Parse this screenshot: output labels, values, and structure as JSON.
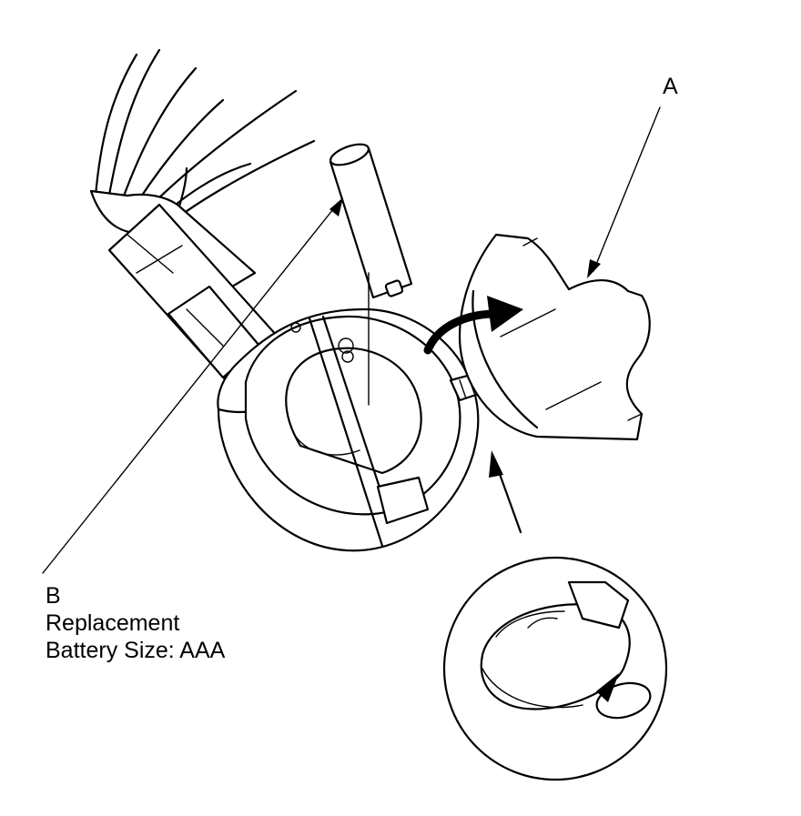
{
  "callouts": {
    "a": {
      "letter": "A"
    },
    "b": {
      "letter": "B",
      "line1": "Replacement",
      "line2": "Battery Size: AAA"
    }
  },
  "colors": {
    "ink": "#000000",
    "paper": "#ffffff"
  }
}
